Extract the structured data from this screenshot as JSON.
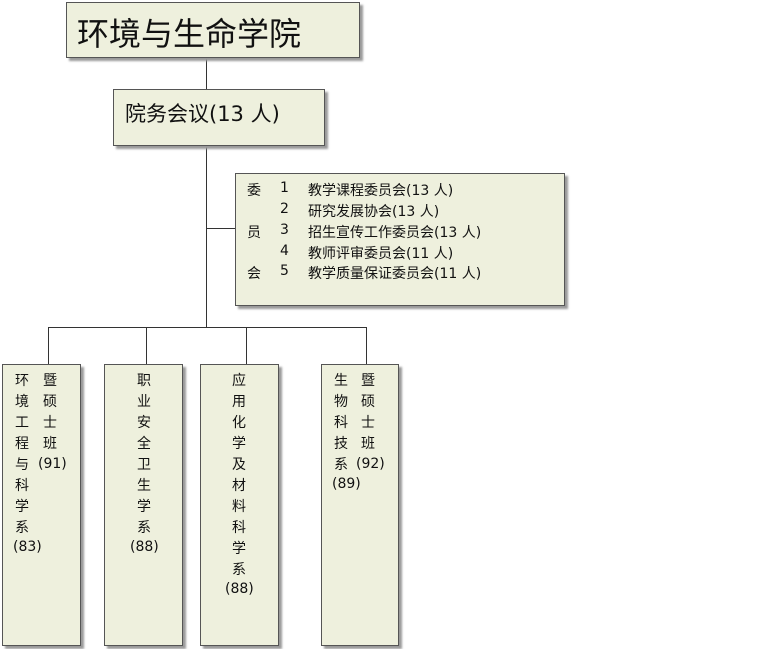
{
  "college": {
    "name": "环境与生命学院"
  },
  "council": {
    "label": "院务会议(13 人)"
  },
  "committee": {
    "side_chars": [
      "委",
      "员",
      "会"
    ],
    "items": [
      {
        "num": "1",
        "name": "教学课程委员会(13 人)"
      },
      {
        "num": "2",
        "name": "研究发展协会(13 人)"
      },
      {
        "num": "3",
        "name": "招生宣传工作委员会(13 人)"
      },
      {
        "num": "4",
        "name": "教师评审委员会(11 人)"
      },
      {
        "num": "5",
        "name": "教学质量保证委员会(11 人)"
      }
    ]
  },
  "departments": [
    {
      "name_chars": [
        "环",
        "境",
        "工",
        "程",
        "与",
        "科",
        "学",
        "系"
      ],
      "year": "(83)",
      "sub_chars": [
        "暨",
        "硕",
        "士",
        "班"
      ],
      "sub_year": "(91)"
    },
    {
      "name_chars": [
        "职",
        "业",
        "安",
        "全",
        "卫",
        "生",
        "学",
        "系"
      ],
      "year": "(88)"
    },
    {
      "name_chars": [
        "应",
        "用",
        "化",
        "学",
        "及",
        "材",
        "料",
        "科",
        "学",
        "系"
      ],
      "year": "(88)"
    },
    {
      "name_chars": [
        "生",
        "物",
        "科",
        "技",
        "系"
      ],
      "year": "(89)",
      "sub_chars": [
        "暨",
        "硕",
        "士",
        "班"
      ],
      "sub_year": "(92)"
    }
  ]
}
